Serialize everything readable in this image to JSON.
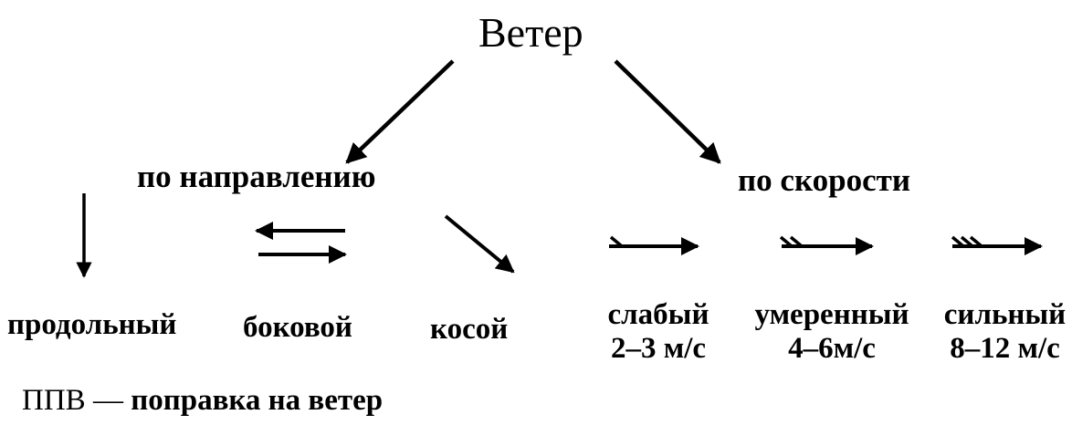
{
  "title": "Ветер",
  "categories": {
    "direction": "по направлению",
    "speed": "по скорости"
  },
  "direction_types": [
    "продольный",
    "боковой",
    "косой"
  ],
  "speed_types": [
    {
      "name": "слабый",
      "range": "2–3 м/с"
    },
    {
      "name": "умеренный",
      "range": "4–6м/с"
    },
    {
      "name": "сильный",
      "range": "8–12 м/с"
    }
  ],
  "footnote": {
    "abbr": "ППВ",
    "dash": "—",
    "text": "поправка на ветер"
  }
}
